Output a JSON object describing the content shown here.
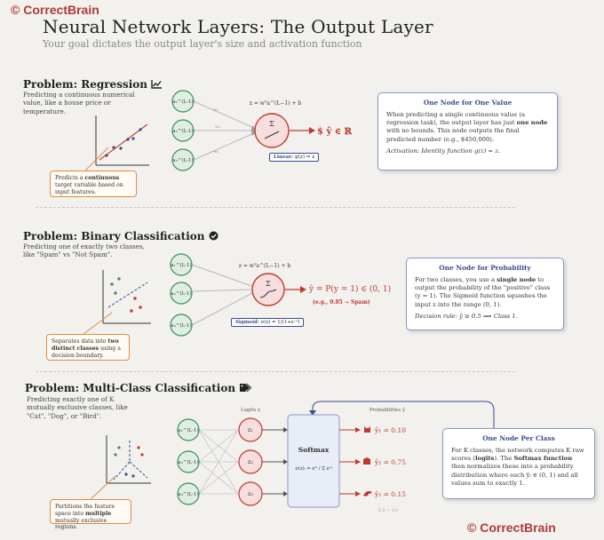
{
  "brand": {
    "top": "© CorrectBrain",
    "bottom": "© CorrectBrain"
  },
  "header": {
    "title": "Neural Network Layers: The Output Layer",
    "subtitle": "Your goal dictates the output layer's size and activation function"
  },
  "regression": {
    "title": "Problem: Regression",
    "icon": "line-chart-icon",
    "description": "Predicting a continuous numerical value, like a house price or temperature.",
    "callout_pre": "Predicts a ",
    "callout_bold": "continuous",
    "callout_post": " target variable based on input features.",
    "inputs": [
      "a₁^(L-1)",
      "a₂^(L-1)",
      "a₃^(L-1)"
    ],
    "weights": [
      "w₁",
      "w₂",
      "w₃"
    ],
    "equation": "z = wᵀa^(L−1) + b",
    "node_symbol": "Σ",
    "activation_label": "Linear:",
    "activation_formula": "g(z) = z",
    "output": "$ ŷ ∈ ℝ",
    "info": {
      "title": "One Node for One Value",
      "text_pre": "When predicting a single continuous value (a regression task), the output layer has just ",
      "text_bold": "one node",
      "text_post": " with no bounds. This node outputs the final predicted number (e.g., $450,000).",
      "footer": "Activation: Identity function g(z) = z."
    }
  },
  "binary": {
    "title": "Problem: Binary Classification",
    "icon": "check-circle-icon",
    "description": "Predicting one of exactly two classes, like \"Spam\" vs \"Not Spam\".",
    "callout_pre": "Separates data into ",
    "callout_bold": "two distinct classes",
    "callout_post": " using a decision boundary.",
    "inputs": [
      "a₁^(L-1)",
      "a₂^(L-1)",
      "a₃^(L-1)"
    ],
    "equation": "z = wᵀa^(L−1) + b",
    "node_symbol": "Σ",
    "activation_label": "Sigmoid:",
    "activation_formula": "σ(z) = 1/(1+e⁻ᶻ)",
    "output": "ŷ = P(y = 1) ∈ (0, 1)",
    "output_example": "(e.g., 0.85 → Spam)",
    "info": {
      "title": "One Node for Probability",
      "text_pre": "For two classes, you use a ",
      "text_bold": "single node",
      "text_post": " to output the probability of the \"positive\" class (y = 1). The Sigmoid function squashes the input z into the range (0, 1).",
      "footer": "Decision rule: ŷ ≥ 0.5 ⟹ Class 1."
    }
  },
  "multiclass": {
    "title": "Problem: Multi-Class Classification",
    "icon": "tags-icon",
    "description": "Predicting exactly one of K mutually exclusive classes, like \"Cat\", \"Dog\", or \"Bird\".",
    "callout_pre": "Partitions the feature space into ",
    "callout_bold": "multiple",
    "callout_post": " mutually exclusive regions.",
    "inputs": [
      "a₁^(L-1)",
      "a₂^(L-1)",
      "a₃^(L-1)"
    ],
    "logits_label": "Logits z",
    "logits": [
      "z₁",
      "z₂",
      "z₃"
    ],
    "softmax_title": "Softmax",
    "softmax_formula": "σ(z)ᵢ = eᶻⁱ / Σ eᶻʲ",
    "probabilities_label": "Probabilities ŷ",
    "outputs": [
      {
        "icon": "cat-icon",
        "label": "ŷ₁ = 0.10"
      },
      {
        "icon": "dog-icon",
        "label": "ŷ₂ = 0.75"
      },
      {
        "icon": "bird-icon",
        "label": "ŷ₃ = 0.15"
      }
    ],
    "sum_note": "Σ ŷᵢ = 1.0",
    "info": {
      "title": "One Node Per Class",
      "text_pre": "For K classes, the network computes K raw scores (",
      "text_bold": "logits",
      "text_mid": "). The ",
      "text_bold2": "Softmax function",
      "text_post": " then normalizes these into a probability distribution where each ŷᵢ ∈ (0, 1) and all values sum to exactly 1."
    }
  },
  "colors": {
    "accent_red": "#c0392b",
    "node_green": "#3f8f5c",
    "info_blue": "#3b4d8f",
    "callout_orange": "#e08c3e"
  }
}
